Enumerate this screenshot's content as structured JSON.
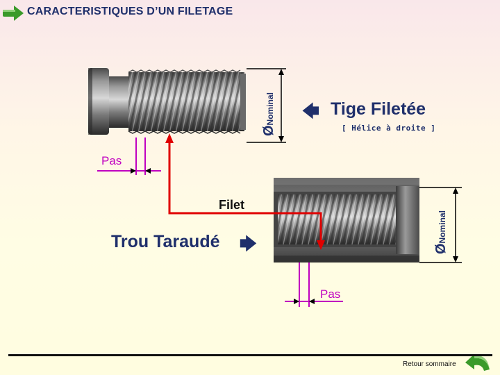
{
  "title": "CARACTERISTIQUES D’UN FILETAGE",
  "labels": {
    "tige": "Tige Filetée",
    "helice": "[ Hélice à droite ]",
    "trou": "Trou Taraudé",
    "filet": "Filet",
    "pas_top": "Pas",
    "pas_bottom": "Pas",
    "diameter_symbol": "Ø",
    "diameter_sub": "Nominal"
  },
  "footer": {
    "retour": "Retour sommaire"
  },
  "colors": {
    "title": "#1f2f6b",
    "pas": "#c000c0",
    "red_arrow": "#e00000",
    "nav_arrow": "#3a9a2a"
  },
  "icons": {
    "next": "green-arrow-right-icon",
    "back": "green-curved-arrow-back-icon"
  }
}
